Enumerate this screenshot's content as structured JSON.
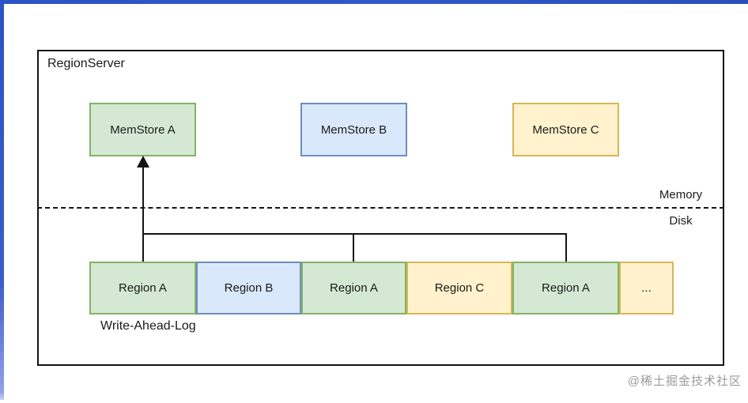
{
  "palette": {
    "green": {
      "fill": "#d5e8d4",
      "border": "#82b366"
    },
    "blue": {
      "fill": "#dae8fc",
      "border": "#6c8ebf"
    },
    "yellow": {
      "fill": "#fff2cc",
      "border": "#d6b656"
    },
    "frame_blue": "#2d54c4",
    "line_color": "#141414",
    "watermark_gray": "#9b9b9b"
  },
  "diagram": {
    "title": "RegionServer",
    "memstores": [
      {
        "label": "MemStore A",
        "scheme": "green"
      },
      {
        "label": "MemStore B",
        "scheme": "blue"
      },
      {
        "label": "MemStore C",
        "scheme": "yellow"
      }
    ],
    "divider": {
      "above": "Memory",
      "below": "Disk"
    },
    "wal": {
      "label": "Write-Ahead-Log",
      "entries": [
        {
          "label": "Region A",
          "scheme": "green"
        },
        {
          "label": "Region B",
          "scheme": "blue"
        },
        {
          "label": "Region A",
          "scheme": "green"
        },
        {
          "label": "Region C",
          "scheme": "yellow"
        },
        {
          "label": "Region A",
          "scheme": "green"
        },
        {
          "label": "...",
          "scheme": "yellow"
        }
      ]
    }
  },
  "watermark": "@稀土掘金技术社区"
}
